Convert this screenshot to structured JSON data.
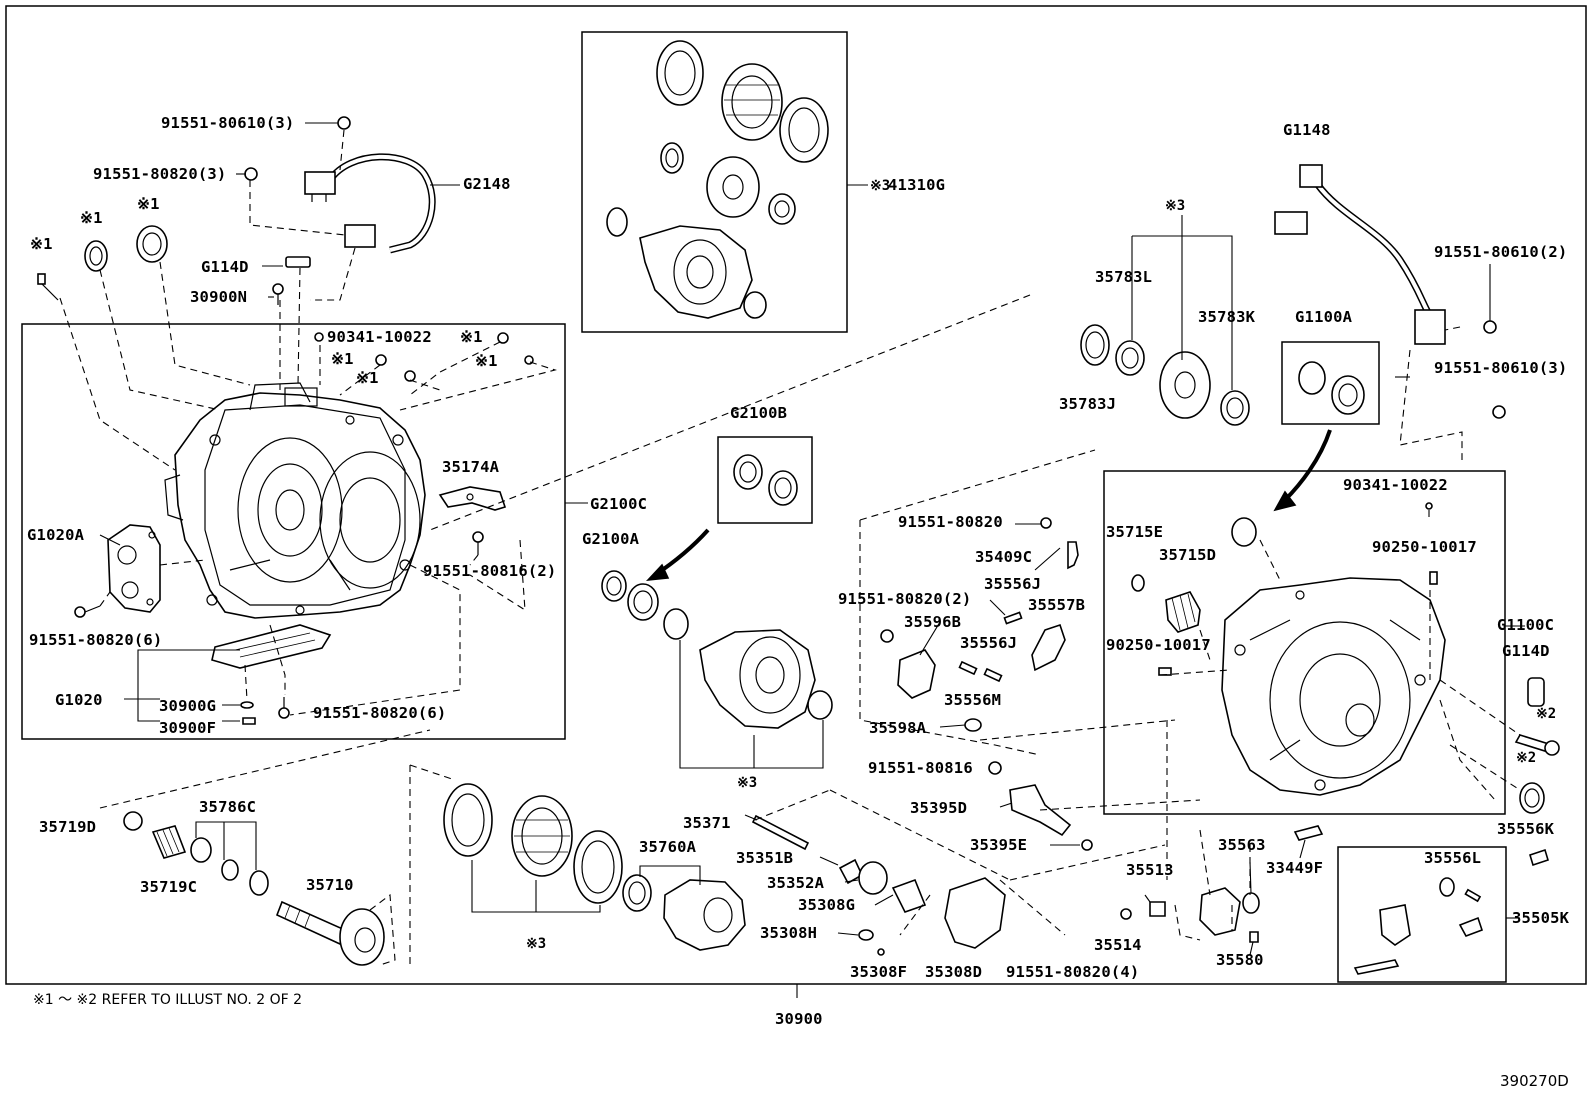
{
  "figure_number": "390270D",
  "footnote": "※1 ～ ※2 REFER TO ILLUST NO. 2 OF 2",
  "assembly_number": "30900",
  "marks": {
    "m1": "※1",
    "m2": "※2",
    "m3": "※3"
  },
  "labels": {
    "p91551_80610_3": "91551-80610(3)",
    "p91551_80820_3": "91551-80820(3)",
    "g2148": "G2148",
    "g114d_top": "G114D",
    "p30900n": "30900N",
    "p90341_10022_left": "90341-10022",
    "p35174a": "35174A",
    "g2100c": "G2100C",
    "g1020a": "G1020A",
    "p91551_80816_2": "91551-80816(2)",
    "p91551_80820_6a": "91551-80820(6)",
    "g1020": "G1020",
    "p30900g": "30900G",
    "p30900f": "30900F",
    "p91551_80820_6b": "91551-80820(6)",
    "g41310g": "41310G",
    "g2100b": "G2100B",
    "g2100a": "G2100A",
    "p35783l": "35783L",
    "p35783k": "35783K",
    "p35783j": "35783J",
    "g1148": "G1148",
    "p91551_80610_2": "91551-80610(2)",
    "p91551_80610_3b": "91551-80610(3)",
    "g1100a": "G1100A",
    "p90341_10022_right": "90341-10022",
    "p90250_10017a": "90250-10017",
    "p90250_10017b": "90250-10017",
    "g1100c": "G1100C",
    "g114d_right": "G114D",
    "p35715e": "35715E",
    "p35715d": "35715D",
    "p91551_80820_mid": "91551-80820",
    "p35409c": "35409C",
    "p35556j_a": "35556J",
    "p35557b": "35557B",
    "p91551_80820_2": "91551-80820(2)",
    "p35596b": "35596B",
    "p35556j_b": "35556J",
    "p35556m": "35556M",
    "p35598a": "35598A",
    "p91551_80816": "91551-80816",
    "p35395d": "35395D",
    "p35395e": "35395E",
    "p35371": "35371",
    "p35351b": "35351B",
    "p35352a": "35352A",
    "p35308g": "35308G",
    "p35308h": "35308H",
    "p35308f": "35308F",
    "p35308d": "35308D",
    "p91551_80820_4": "91551-80820(4)",
    "p35760a": "35760A",
    "p35719d": "35719D",
    "p35786c": "35786C",
    "p35719c": "35719C",
    "p35710": "35710",
    "p35513": "35513",
    "p35514": "35514",
    "p35563": "35563",
    "p35580": "35580",
    "p33449f": "33449F",
    "p35556k": "35556K",
    "p35556l": "35556L",
    "p35505k": "35505K"
  }
}
